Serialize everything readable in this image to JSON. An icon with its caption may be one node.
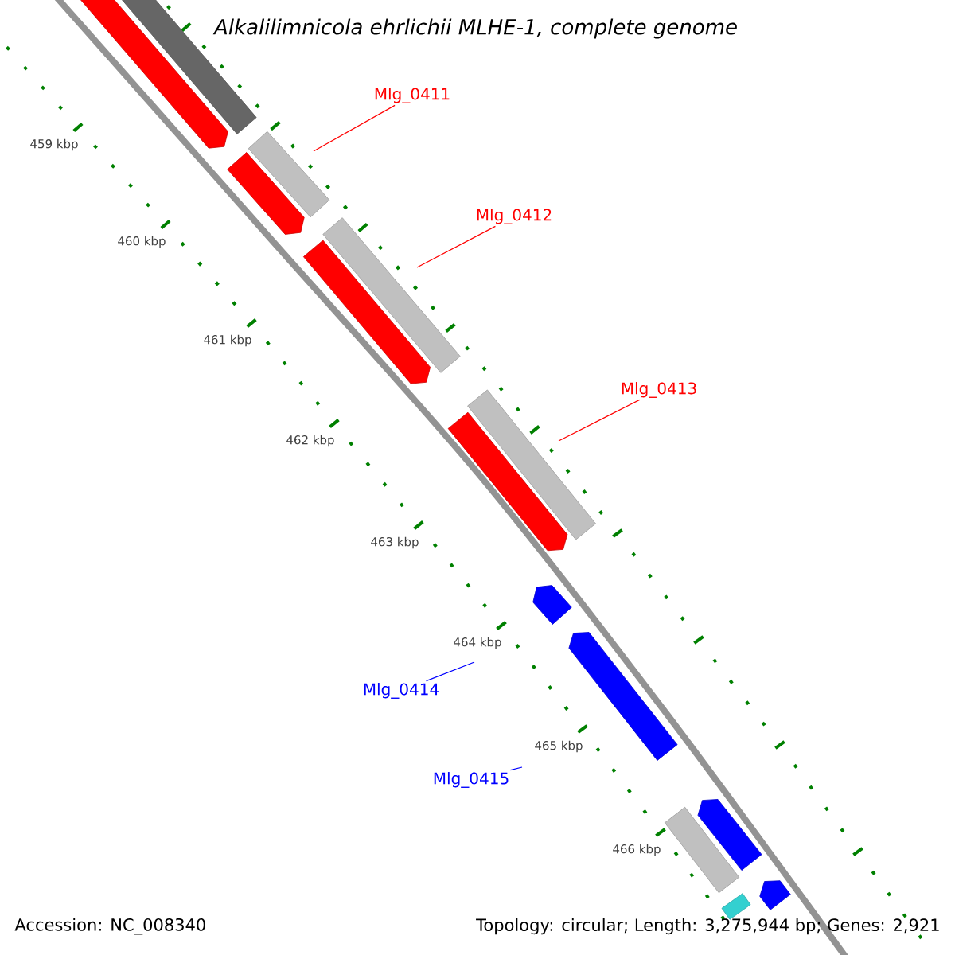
{
  "diagram": {
    "title": "Alkalilimnicola ehrlichii MLHE-1, complete genome",
    "nodes": [
      {
        "text": [
          "Mlg_0411"
        ]
      },
      {
        "text": [
          "Mlg_0412"
        ]
      },
      {
        "text": [
          "Mlg_0413"
        ]
      },
      {
        "text": [
          "Mlg_0414"
        ]
      },
      {
        "text": [
          "Mlg_0415"
        ]
      },
      {
        "text": [],
        "shape": "pentagon"
      },
      {
        "text": [],
        "shape": "bar"
      },
      {
        "text": [],
        "shape": "pentagon"
      },
      {
        "text": [],
        "shape": "bar"
      },
      {
        "text": [],
        "shape": "pentagon"
      },
      {
        "text": [],
        "shape": "bar"
      },
      {
        "text": [],
        "shape": "pentagon"
      },
      {
        "text": [],
        "shape": "bar"
      },
      {
        "text": [],
        "shape": "pentagon"
      },
      {
        "text": [],
        "shape": "pentagon"
      },
      {
        "text": [],
        "shape": "bar"
      },
      {
        "text": [],
        "shape": "pentagon"
      },
      {
        "text": [],
        "shape": "bar"
      },
      {
        "text": [],
        "shape": "pentagon"
      }
    ],
    "edges": [
      {
        "from": 0,
        "to": null,
        "arrow": "none"
      },
      {
        "from": 1,
        "to": null,
        "arrow": "none"
      },
      {
        "from": 2,
        "to": null,
        "arrow": "none"
      },
      {
        "from": 3,
        "to": null,
        "arrow": "none",
        "color": "#0000ff"
      },
      {
        "from": 4,
        "to": null,
        "arrow": "none",
        "color": "#0000ff"
      }
    ],
    "labels": [
      "459 kbp",
      "460 kbp",
      "461 kbp",
      "462 kbp",
      "463 kbp",
      "464 kbp",
      "465 kbp",
      "466 kbp",
      "Accession: NC_008340",
      "Topology: circular; Length: 3,275,944 bp; Genes: 2,921"
    ]
  }
}
